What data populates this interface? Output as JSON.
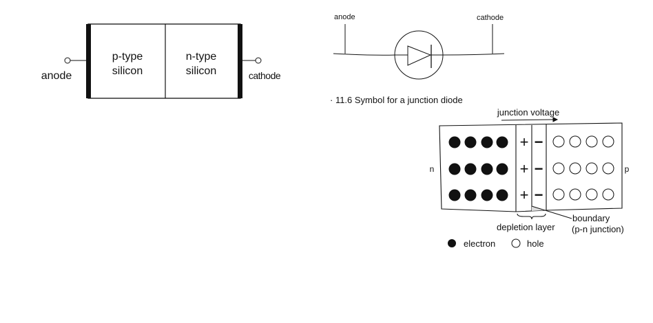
{
  "block_diagram": {
    "left_terminal": "anode",
    "right_terminal": "cathode",
    "p_region": [
      "p-type",
      "silicon"
    ],
    "n_region": [
      "n-type",
      "silicon"
    ]
  },
  "symbol_diagram": {
    "anode_label": "anode",
    "cathode_label": "cathode",
    "caption": "· 11.6  Symbol for a junction diode"
  },
  "junction_diagram": {
    "voltage_label": "junction voltage",
    "n_label": "n",
    "p_label": "p",
    "plus": "+",
    "minus": "−",
    "depletion_label": "depletion layer",
    "boundary_label": "boundary",
    "boundary_sub": "(p-n junction)",
    "rows": 3,
    "carriers_per_side": 4,
    "legend": {
      "electron": "electron",
      "hole": "hole"
    }
  }
}
